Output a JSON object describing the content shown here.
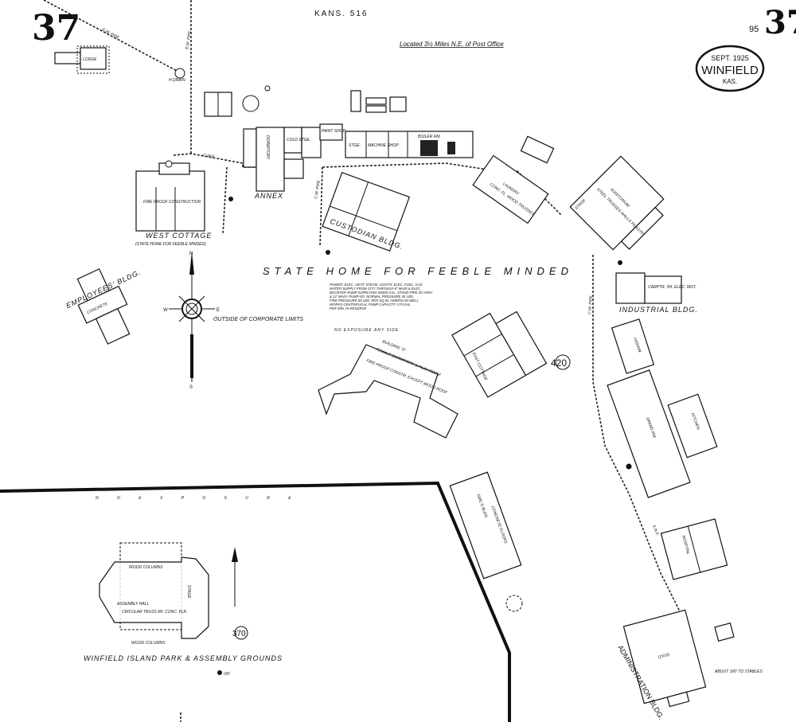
{
  "sheet": {
    "page_number": "37",
    "page_number_right": "37",
    "volume_ref": "95",
    "header_code": "KANS. 516",
    "location_note": "Located 3½ Miles N.E. of Post Office"
  },
  "cartouche": {
    "date": "SEPT. 1925",
    "city": "WINFIELD",
    "state": "KAS."
  },
  "titles": {
    "institution": "STATE HOME FOR FEEBLE MINDED",
    "park": "WINFIELD   ISLAND   PARK   &   ASSEMBLY   GROUNDS",
    "corporate_limits": "OUTSIDE OF CORPORATE LIMITS",
    "no_exposure": "N O   E X P O S U R E",
    "no_exposure_any_side": "NO EXPOSURE ANY SIDE",
    "stables_note": "ABOUT 100' TO STABLES"
  },
  "notes": [
    "POWER: ELEC. HEAT: STEAM. LIGHTS: ELEC. FUEL: GAS",
    "WATER SUPPLY FROM CITY THROUGH 6\" MAIN & ELEC.",
    "BOOSTER PUMP SUPPLYING 50000 GAL. STAND PIPE 20' HIGH",
    "& 12' MAIN. PUMP NO. NORMAL PRESSURE 45 LBS.",
    "FIRE PRESSURE 85 LBS. PER SQ.IN. AMERICAN WELL",
    "WORKS CENTRIFUGAL PUMP CAPACITY 175 GAL.",
    "PER MIN. IN RESERVE"
  ],
  "compass": {
    "n": "N",
    "s": "S",
    "e": "E",
    "w": "W"
  },
  "circled_numbers": [
    "370",
    "420"
  ],
  "pipes": {
    "ew_pipe": "E.W. PIPE",
    "cwe": "C.W.E.",
    "hydrant": "H.DRAIN",
    "snp": "S.N.P.",
    "cwpipe": "C.W. PIPE",
    "oh": "OH"
  },
  "buildings": {
    "lodge": "LODGE",
    "west_cottage": "WEST COTTAGE",
    "west_cottage_note": "FIRE PROOF CONSTRUCTION",
    "west_cottage_sub": "(STATE HOME FOR FEEBLE MINDED)",
    "dormitory": "DORMITORY",
    "annex": "ANNEX",
    "cold_stge": "COLD STGE.",
    "machine_shop": "MACHINE SHOP",
    "paint_shop": "PAINT SHOP",
    "stge": "STGE.",
    "boiler": "BOILER RM.",
    "custodian": "CUSTODIAN BLDG.",
    "laundry": "LAUNDRY",
    "laundry_note": "CONC. FL. WOOD TRUSSES",
    "auditorium": "AUDITORIUM",
    "auditorium_note": "STEEL TRUSSES WALLS PILASTR.",
    "stage": "STAGE",
    "industrial": "INDUSTRIAL BLDG.",
    "industrial_note": "CARPTR. SH. ELEC. MOT.",
    "bakery": "BAKERY",
    "dining": "DINING RM.",
    "kitchen": "KITCHEN",
    "hospital": "HOSPITAL",
    "administration": "ADMINISTRATION BLDG.",
    "admin_year": "(1915)",
    "employees": "EMPLOYEES' BLDG.",
    "employees_note": "CONCRETE",
    "building6": "BUILDING \"6\"",
    "building6_sub": "FEMALE DORMITORY & PLAY ROOM",
    "building6_note": "FIRE PROOF CONSTR. EXCEPT WOOD ROOF",
    "east_cottage": "EAST COTTAGE",
    "girls": "GIRL'S BLDG.",
    "girls_note": "CONCRETE FLOORS",
    "assembly_hall": "ASSEMBLY HALL",
    "assembly_note": "CIRCULAR TRUSS RF. CONC. FLR.",
    "wood_columns": "WOOD COLUMNS"
  }
}
